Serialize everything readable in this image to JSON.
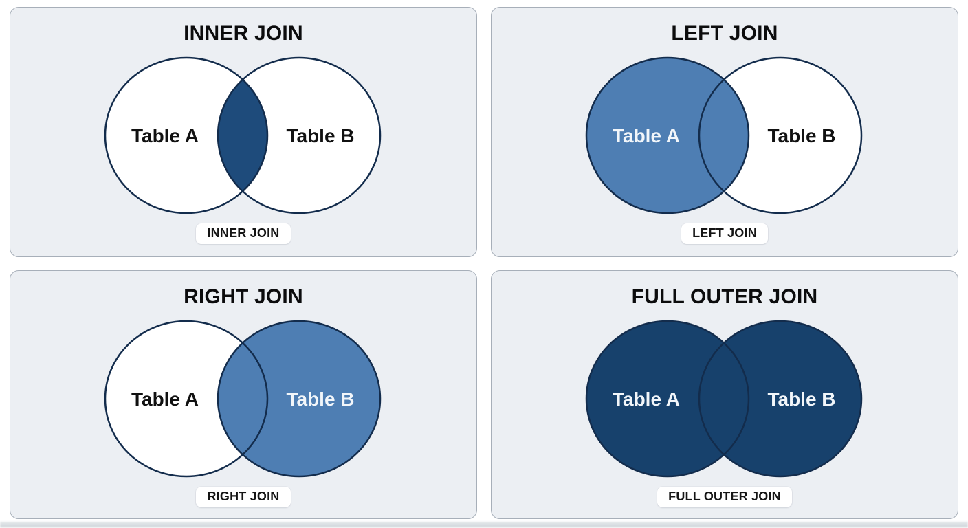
{
  "colors": {
    "card_bg": "#eceff3",
    "card_border": "#a7afb9",
    "circle_stroke": "#132c4c",
    "inner_join_fill": "#1e4b7b",
    "partial_join_fill": "#4e7eb3",
    "full_join_fill": "#17416c",
    "label_dark": "#111111",
    "label_light": "#f2f6fa",
    "badge_bg": "#ffffff"
  },
  "panels": [
    {
      "title": "INNER JOIN",
      "badge": "INNER JOIN",
      "left_label": "Table A",
      "right_label": "Table B",
      "left_fill": "#ffffff",
      "right_fill": "#ffffff",
      "intersection_fill": "#1e4b7b",
      "left_label_color": "#111111",
      "right_label_color": "#111111"
    },
    {
      "title": "LEFT JOIN",
      "badge": "LEFT JOIN",
      "left_label": "Table A",
      "right_label": "Table B",
      "left_fill": "#4e7eb3",
      "right_fill": "#ffffff",
      "intersection_fill": "#4e7eb3",
      "left_label_color": "#f2f6fa",
      "right_label_color": "#111111"
    },
    {
      "title": "RIGHT JOIN",
      "badge": "RIGHT JOIN",
      "left_label": "Table A",
      "right_label": "Table B",
      "left_fill": "#ffffff",
      "right_fill": "#4e7eb3",
      "intersection_fill": "#4e7eb3",
      "left_label_color": "#111111",
      "right_label_color": "#f2f6fa"
    },
    {
      "title": "FULL OUTER JOIN",
      "badge": "FULL OUTER JOIN",
      "left_label": "Table A",
      "right_label": "Table B",
      "left_fill": "#17416c",
      "right_fill": "#17416c",
      "intersection_fill": "#17416c",
      "left_label_color": "#f2f6fa",
      "right_label_color": "#f2f6fa"
    }
  ]
}
